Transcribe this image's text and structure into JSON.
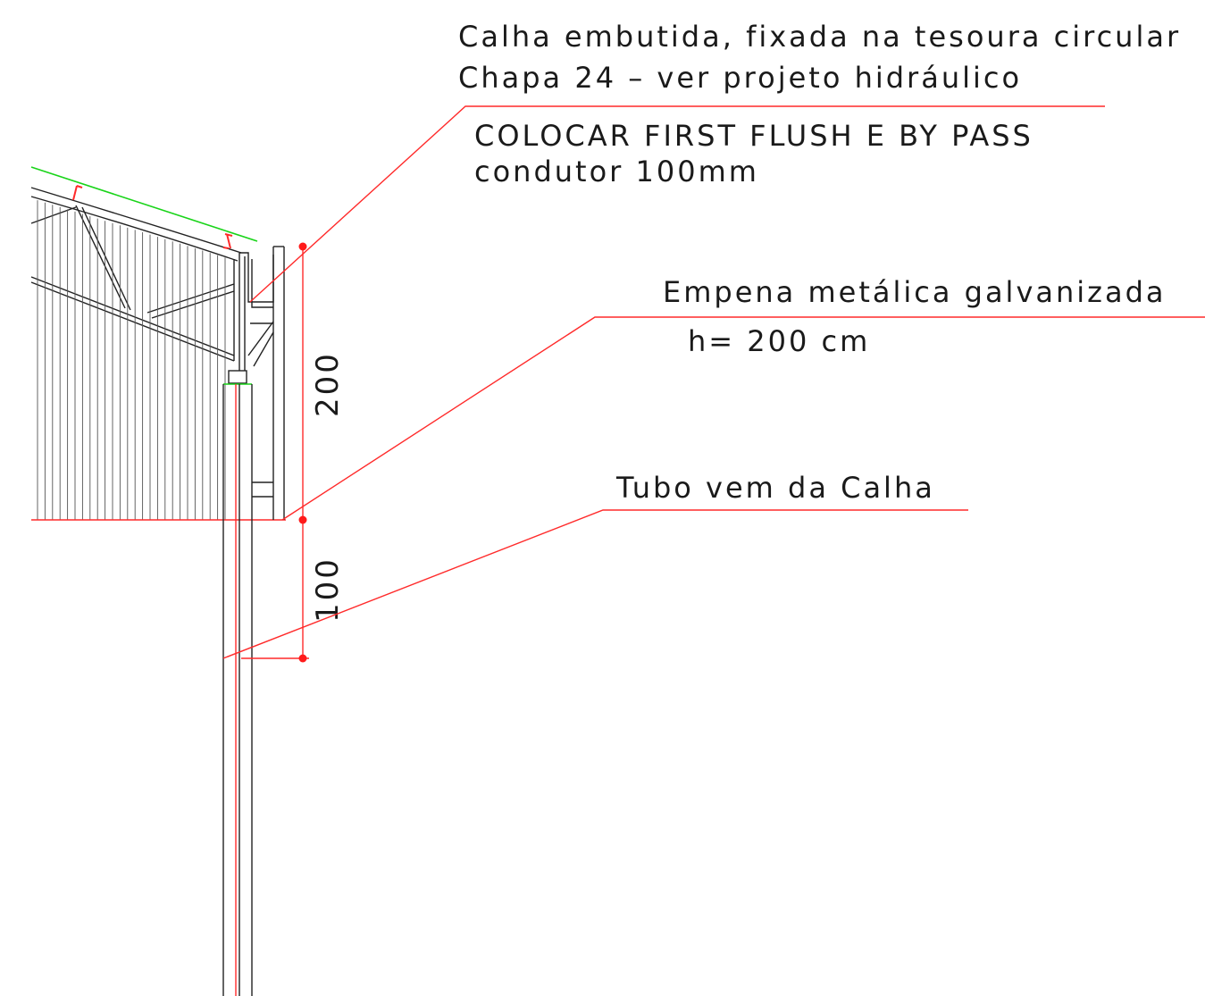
{
  "notes": {
    "gutter_line1": "Calha embutida, fixada na tesoura circular",
    "gutter_line2": "Chapa 24 – ver projeto hidráulico",
    "first_flush_line1": "COLOCAR FIRST FLUSH E BY PASS",
    "first_flush_line2": "condutor 100mm",
    "gable_line1": "Empena metálica galvanizada",
    "gable_line2": "h= 200 cm",
    "pipe": "Tubo vem da Calha"
  },
  "dimensions": {
    "upper": "200",
    "lower": "100"
  },
  "colors": {
    "leader": "#ff2a2a",
    "dimension": "#ff2a2a",
    "roof_sheet": "#19d419",
    "linework": "#222222"
  }
}
